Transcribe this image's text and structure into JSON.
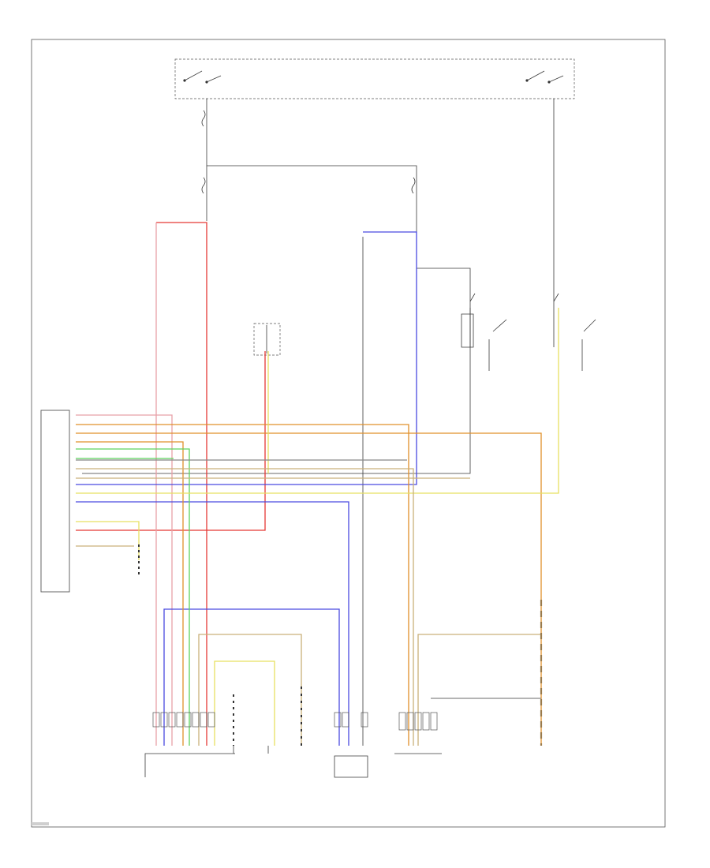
{
  "diagram": {
    "figure_id": "",
    "components": [
      {
        "id": "ignition_switch",
        "label": ""
      },
      {
        "id": "fuse_a",
        "label": ""
      },
      {
        "id": "fuse_b",
        "label": ""
      },
      {
        "id": "relay",
        "label": ""
      },
      {
        "id": "range_switch",
        "label": ""
      },
      {
        "id": "switch_left",
        "label": ""
      },
      {
        "id": "switch_right",
        "label": ""
      },
      {
        "id": "tcm",
        "label": ""
      },
      {
        "id": "data_link_connector",
        "label": ""
      },
      {
        "id": "speed_sensor",
        "label": ""
      },
      {
        "id": "solenoid_valve_body",
        "label": ""
      },
      {
        "id": "ground",
        "label": ""
      },
      {
        "id": "instrument_cluster",
        "label": ""
      },
      {
        "id": "shift_lock",
        "label": ""
      },
      {
        "id": "ecm",
        "label": ""
      },
      {
        "id": "sensor_right",
        "label": ""
      }
    ],
    "wire_colors": {
      "red": "#e53935",
      "blue": "#4a4ae0",
      "green": "#5ed35e",
      "orange": "#e0902a",
      "yellow": "#e8e060",
      "tan": "#c9b07a",
      "pink": "#e8a0a8",
      "brown": "#9a7a4a",
      "grey": "#888888",
      "black": "#333333"
    }
  }
}
